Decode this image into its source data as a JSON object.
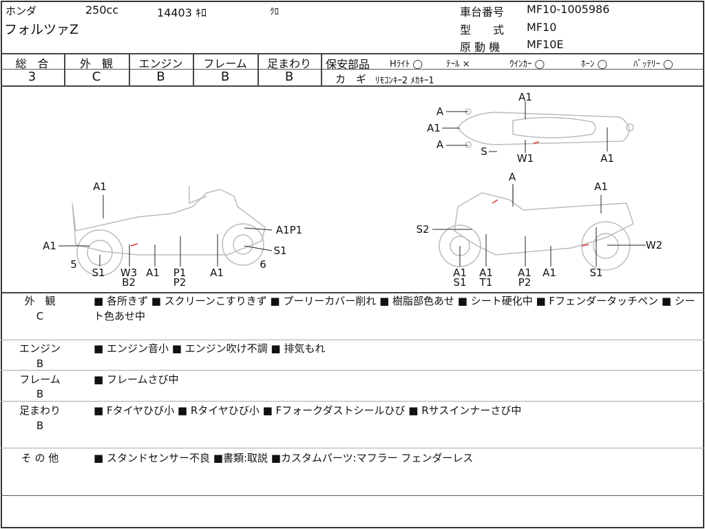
{
  "header": {
    "maker": "ホンダ",
    "displacement": "250cc",
    "mileage": "14403 ｷﾛ",
    "color": "ｸﾛ",
    "model": "フォルツァZ",
    "frame_no_label": "車台番号",
    "frame_no": "MF10-1005986",
    "type_label": "型　　式",
    "type": "MF10",
    "engine_label": "原 動 機",
    "engine": "MF10E"
  },
  "grades": [
    {
      "label": "総　合",
      "value": "3"
    },
    {
      "label": "外　観",
      "value": "C"
    },
    {
      "label": "エンジン",
      "value": "B"
    },
    {
      "label": "フレーム",
      "value": "B"
    },
    {
      "label": "足まわり",
      "value": "B"
    }
  ],
  "safety": {
    "label": "保安部品",
    "items": [
      "Hﾗｲﾄ ◯",
      "ﾃｰﾙ ×",
      "ｳｲﾝｶｰ ◯",
      "ﾎｰﾝ ◯",
      "ﾊﾞｯﾃﾘｰ ◯"
    ]
  },
  "keys": {
    "label": "カ　ギ",
    "value": "ﾘﾓｺﾝｷｰ2 ﾒｶｷｰ1"
  },
  "diagram": {
    "labels": [
      "A1",
      "A1",
      "5",
      "S1",
      "W3",
      "B2",
      "A1",
      "P1",
      "P2",
      "A1",
      "A1P1",
      "S1",
      "6",
      "A",
      "A1",
      "S2",
      "W2",
      "A1",
      "S1",
      "A1",
      "T1",
      "A1",
      "P2",
      "A1",
      "S1",
      "A1",
      "A",
      "A1",
      "A",
      "S",
      "W1",
      "A1"
    ]
  },
  "comments": [
    {
      "category": "外　観",
      "grade": "C",
      "text": "■ 各所きず ■ スクリーンこすりきず ■ プーリーカバー削れ ■ 樹脂部色あせ ■ シート硬化中 ■ Fフェンダータッチペン ■ シート色あせ中"
    },
    {
      "category": "エンジン",
      "grade": "B",
      "text": "■ エンジン音小 ■ エンジン吹け不調 ■ 排気もれ"
    },
    {
      "category": "フレーム",
      "grade": "B",
      "text": "■ フレームさび中"
    },
    {
      "category": "足まわり",
      "grade": "B",
      "text": "■ Fタイヤひび小 ■ Rタイヤひび小 ■ Fフォークダストシールひび ■ Rサスインナーさび中"
    },
    {
      "category": "そ の 他",
      "grade": "",
      "text": "■ スタンドセンサー不良 ■書類:取説 ■カスタムパーツ:マフラー フェンダーレス"
    }
  ]
}
